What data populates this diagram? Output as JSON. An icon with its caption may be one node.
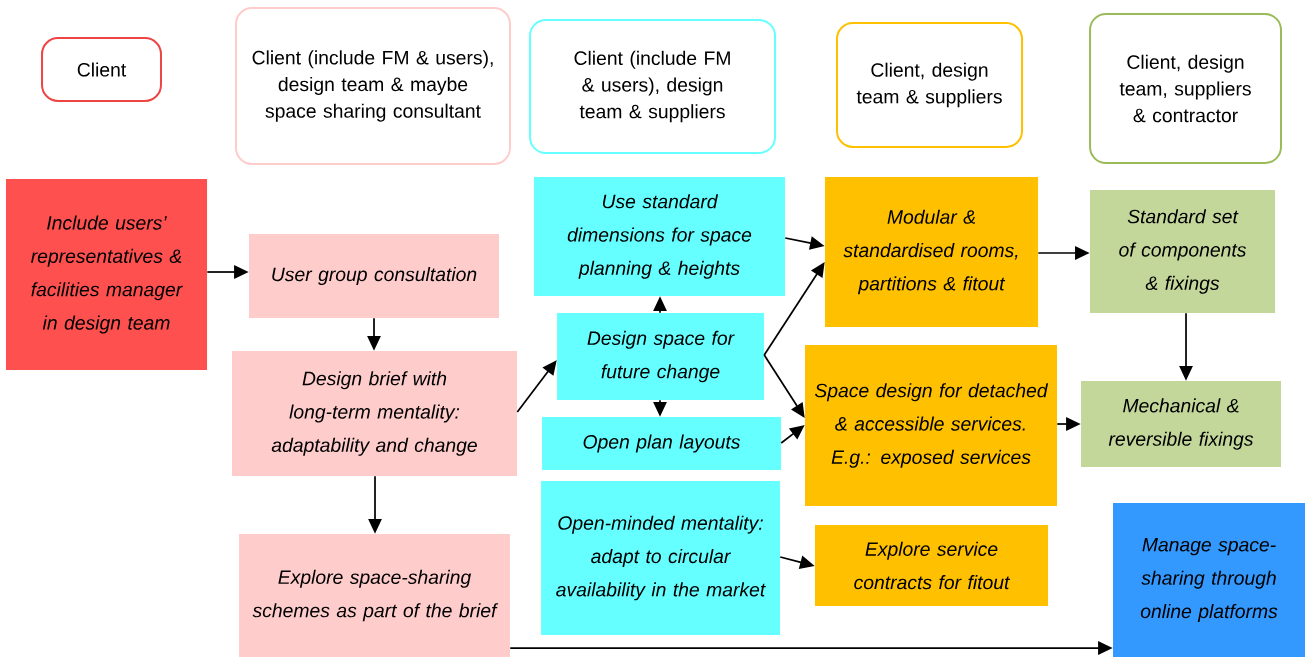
{
  "diagram": {
    "nodes": [
      {
        "text": [
          "Client"
        ]
      },
      {
        "text": [
          "Client (include FM & users), design team & maybe space sharing consultant"
        ]
      },
      {
        "text": [
          "Client (include FM & users), design team & suppliers"
        ]
      },
      {
        "text": [
          "Client, design team & suppliers"
        ]
      },
      {
        "text": [
          "Client, design team, suppliers & contractor"
        ]
      },
      {
        "text": [
          "Include users’ representatives & facilities manager in design team"
        ]
      },
      {
        "text": [
          "User group consultation"
        ]
      },
      {
        "text": [
          "Design brief with long-term mentality: adaptability and change"
        ]
      },
      {
        "text": [
          "Explore space-sharing schemes as part of the brief"
        ]
      },
      {
        "text": [
          "Use standard dimensions for space planning & heights"
        ]
      },
      {
        "text": [
          "Design space for future change"
        ]
      },
      {
        "text": [
          "Open plan layouts"
        ]
      },
      {
        "text": [
          "Open-minded mentality: adapt to circular availability in the market"
        ]
      },
      {
        "text": [
          "Modular & standardised rooms, partitions & fitout"
        ]
      },
      {
        "text": [
          "Space design for detached & accessible services. E.g.: exposed services"
        ]
      },
      {
        "text": [
          "Explore service contracts for fitout"
        ]
      },
      {
        "text": [
          "Standard set of components & fixings"
        ]
      },
      {
        "text": [
          "Mechanical & reversible fixings"
        ]
      },
      {
        "text": [
          "Manage space-sharing through online platforms"
        ]
      }
    ],
    "edges": [
      {
        "from": 5,
        "to": 6,
        "arrow": "to"
      },
      {
        "from": 6,
        "to": 7,
        "arrow": "to"
      },
      {
        "from": 7,
        "to": 8,
        "arrow": "to"
      },
      {
        "from": 7,
        "to": 10,
        "arrow": "to"
      },
      {
        "from": 10,
        "to": 9,
        "arrow": "to"
      },
      {
        "from": 10,
        "to": 11,
        "arrow": "to"
      },
      {
        "from": 9,
        "to": 13,
        "arrow": "to"
      },
      {
        "from": 10,
        "to": 13,
        "arrow": "to"
      },
      {
        "from": 10,
        "to": 14,
        "arrow": "to"
      },
      {
        "from": 11,
        "to": 14,
        "arrow": "to"
      },
      {
        "from": 12,
        "to": 15,
        "arrow": "to"
      },
      {
        "from": 13,
        "to": 16,
        "arrow": "to"
      },
      {
        "from": 16,
        "to": 17,
        "arrow": "to"
      },
      {
        "from": 14,
        "to": 17,
        "arrow": "to"
      },
      {
        "from": 8,
        "to": 18,
        "arrow": "to"
      }
    ]
  }
}
